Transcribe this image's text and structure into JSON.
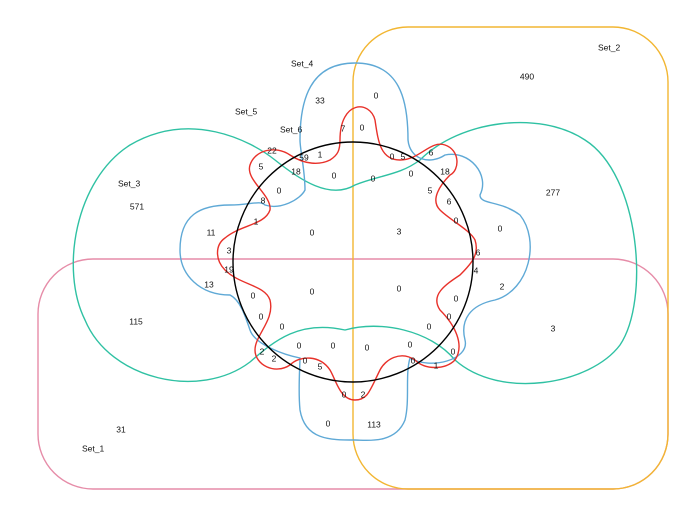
{
  "diagram": {
    "type": "venn",
    "set_count": 6,
    "sets": [
      {
        "name": "Set_1",
        "color": "#e68ca8"
      },
      {
        "name": "Set_2",
        "color": "#f2b632"
      },
      {
        "name": "Set_3",
        "color": "#2fc1a3"
      },
      {
        "name": "Set_4",
        "color": "#5fa9d6"
      },
      {
        "name": "Set_5",
        "color": "#5fa9d6"
      },
      {
        "name": "Set_6",
        "color": "#e8312a"
      }
    ],
    "central_circle_color": "#000000",
    "region_counts": [
      "490",
      "571",
      "33",
      "0",
      "7",
      "0",
      "22",
      "59",
      "1",
      "0",
      "5",
      "6",
      "5",
      "18",
      "0",
      "18",
      "277",
      "0",
      "0",
      "5",
      "6",
      "8",
      "0",
      "0",
      "11",
      "1",
      "0",
      "3",
      "0",
      "3",
      "6",
      "19",
      "4",
      "13",
      "2",
      "0",
      "0",
      "0",
      "115",
      "0",
      "0",
      "0",
      "0",
      "0",
      "3",
      "0",
      "0",
      "2",
      "2",
      "0",
      "0",
      "0",
      "0",
      "1",
      "0",
      "5",
      "0",
      "2",
      "0",
      "113",
      "31"
    ]
  }
}
